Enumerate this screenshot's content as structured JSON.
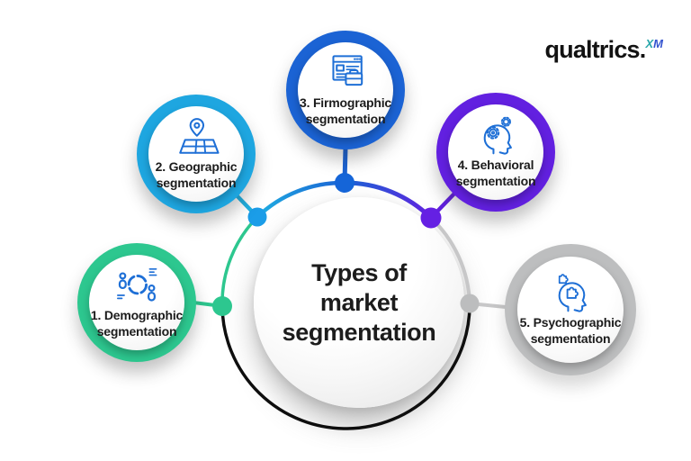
{
  "title": {
    "line1": "Types of",
    "line2": "market",
    "line3": "segmentation"
  },
  "logo": {
    "brand": "qualtrics.",
    "superscript_x": "X",
    "superscript_m": "M"
  },
  "nodes": [
    {
      "label": "1. Demographic",
      "sublabel": "segmentation",
      "ring_color": "#2dc78f",
      "icon": "demographic-audience-icon"
    },
    {
      "label": "2. Geographic",
      "sublabel": "segmentation",
      "ring_color": "#1ea6e0",
      "icon": "map-pin-icon"
    },
    {
      "label": "3. Firmographic",
      "sublabel": "segmentation",
      "ring_color": "#1b63d4",
      "icon": "browser-briefcase-icon"
    },
    {
      "label": "4. Behavioral",
      "sublabel": "segmentation",
      "ring_color": "#6220e0",
      "icon": "head-gears-icon"
    },
    {
      "label": "5. Psychographic",
      "sublabel": "segmentation",
      "ring_color": "#bdbebf",
      "icon": "head-puzzle-icon"
    }
  ],
  "colors": {
    "background": "#ffffff",
    "text": "#1c1c1c",
    "icon_stroke": "#1e6fd6",
    "arc_green": "#2dc78f",
    "arc_cyan": "#1fb0e2",
    "arc_blue": "#1b63d4",
    "arc_purple": "#6220e0",
    "arc_gray": "#c7c7c8",
    "arc_black": "#0e0e0e",
    "dot_green": "#2dc78f",
    "dot_cyan": "#1b9de8",
    "dot_blue": "#1565d8",
    "dot_purple": "#6520e3",
    "dot_gray": "#bcbdbe",
    "logo_text": "#121212",
    "logo_x": "#2aa7ab",
    "logo_m": "#3353cf"
  }
}
